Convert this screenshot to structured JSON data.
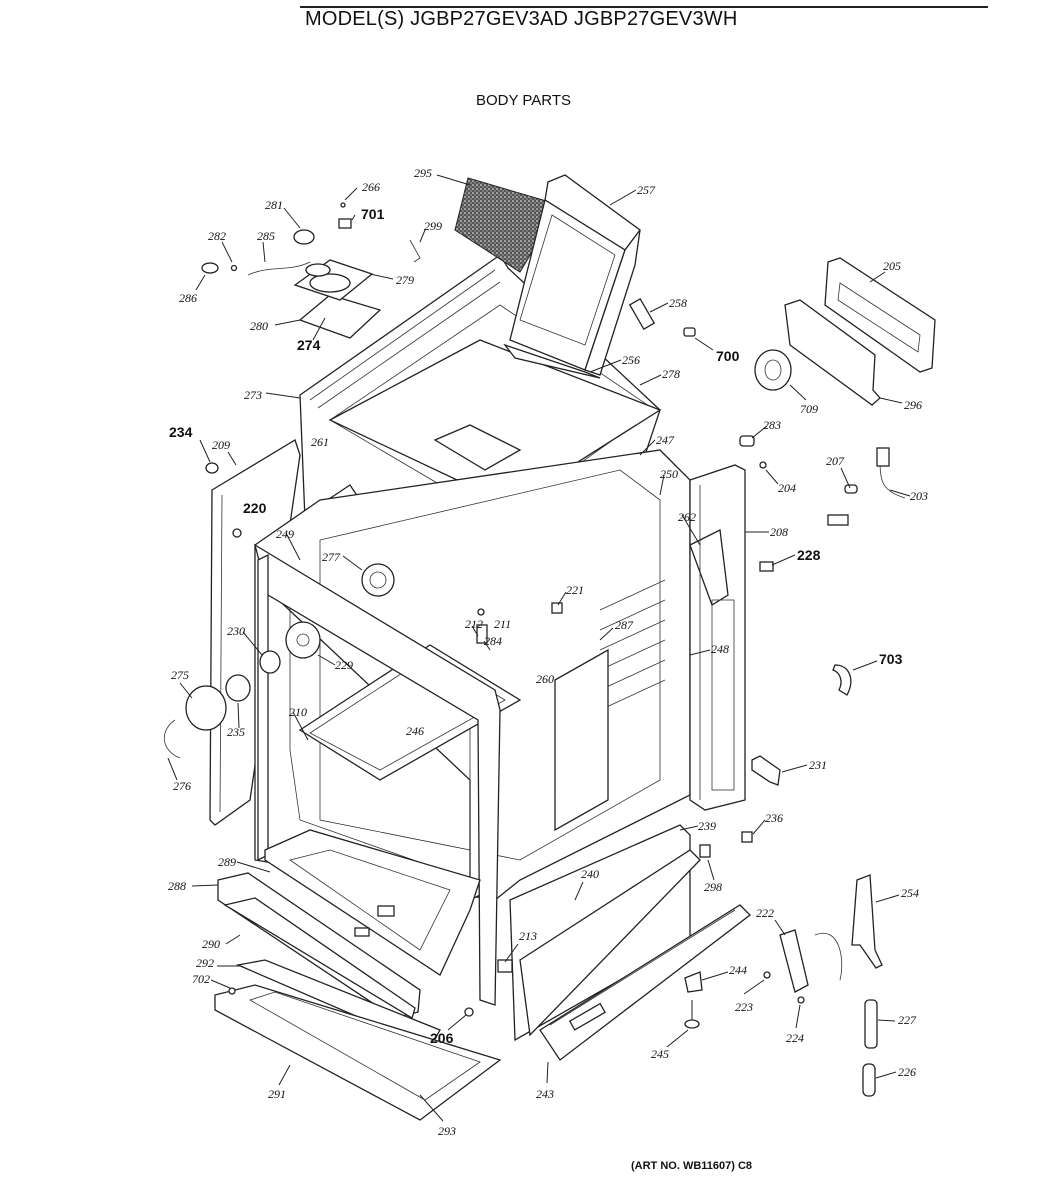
{
  "header": {
    "model_title": "MODEL(S) JGBP27GEV3AD  JGBP27GEV3WH",
    "section_title": "BODY PARTS"
  },
  "footer": {
    "art_number": "(ART NO. WB11607) C8"
  },
  "part_labels": [
    {
      "id": "295",
      "text": "295"
    },
    {
      "id": "266",
      "text": "266"
    },
    {
      "id": "281",
      "text": "281"
    },
    {
      "id": "701",
      "text": "701"
    },
    {
      "id": "257",
      "text": "257"
    },
    {
      "id": "282",
      "text": "282"
    },
    {
      "id": "285",
      "text": "285"
    },
    {
      "id": "299",
      "text": "299"
    },
    {
      "id": "279",
      "text": "279"
    },
    {
      "id": "286",
      "text": "286"
    },
    {
      "id": "205",
      "text": "205"
    },
    {
      "id": "258",
      "text": "258"
    },
    {
      "id": "280",
      "text": "280"
    },
    {
      "id": "274",
      "text": "274"
    },
    {
      "id": "700",
      "text": "700"
    },
    {
      "id": "256",
      "text": "256"
    },
    {
      "id": "278",
      "text": "278"
    },
    {
      "id": "273",
      "text": "273"
    },
    {
      "id": "709",
      "text": "709"
    },
    {
      "id": "296",
      "text": "296"
    },
    {
      "id": "234",
      "text": "234"
    },
    {
      "id": "283",
      "text": "283"
    },
    {
      "id": "209",
      "text": "209"
    },
    {
      "id": "247",
      "text": "247"
    },
    {
      "id": "261",
      "text": "261"
    },
    {
      "id": "204",
      "text": "204"
    },
    {
      "id": "207",
      "text": "207"
    },
    {
      "id": "250",
      "text": "250"
    },
    {
      "id": "203",
      "text": "203"
    },
    {
      "id": "220",
      "text": "220"
    },
    {
      "id": "262",
      "text": "262"
    },
    {
      "id": "208",
      "text": "208"
    },
    {
      "id": "249",
      "text": "249"
    },
    {
      "id": "228",
      "text": "228"
    },
    {
      "id": "277",
      "text": "277"
    },
    {
      "id": "221",
      "text": "221"
    },
    {
      "id": "211",
      "text": "211"
    },
    {
      "id": "212",
      "text": "212"
    },
    {
      "id": "287",
      "text": "287"
    },
    {
      "id": "284",
      "text": "284"
    },
    {
      "id": "230",
      "text": "230"
    },
    {
      "id": "248",
      "text": "248"
    },
    {
      "id": "703",
      "text": "703"
    },
    {
      "id": "229",
      "text": "229"
    },
    {
      "id": "275",
      "text": "275"
    },
    {
      "id": "260",
      "text": "260"
    },
    {
      "id": "210",
      "text": "210"
    },
    {
      "id": "235",
      "text": "235"
    },
    {
      "id": "246",
      "text": "246"
    },
    {
      "id": "231",
      "text": "231"
    },
    {
      "id": "276",
      "text": "276"
    },
    {
      "id": "236",
      "text": "236"
    },
    {
      "id": "239",
      "text": "239"
    },
    {
      "id": "289",
      "text": "289"
    },
    {
      "id": "240",
      "text": "240"
    },
    {
      "id": "298",
      "text": "298"
    },
    {
      "id": "288",
      "text": "288"
    },
    {
      "id": "254",
      "text": "254"
    },
    {
      "id": "222",
      "text": "222"
    },
    {
      "id": "213",
      "text": "213"
    },
    {
      "id": "290",
      "text": "290"
    },
    {
      "id": "292",
      "text": "292"
    },
    {
      "id": "244",
      "text": "244"
    },
    {
      "id": "702",
      "text": "702"
    },
    {
      "id": "223",
      "text": "223"
    },
    {
      "id": "227",
      "text": "227"
    },
    {
      "id": "206",
      "text": "206"
    },
    {
      "id": "224",
      "text": "224"
    },
    {
      "id": "245",
      "text": "245"
    },
    {
      "id": "226",
      "text": "226"
    },
    {
      "id": "291",
      "text": "291"
    },
    {
      "id": "243",
      "text": "243"
    },
    {
      "id": "293",
      "text": "293"
    }
  ]
}
